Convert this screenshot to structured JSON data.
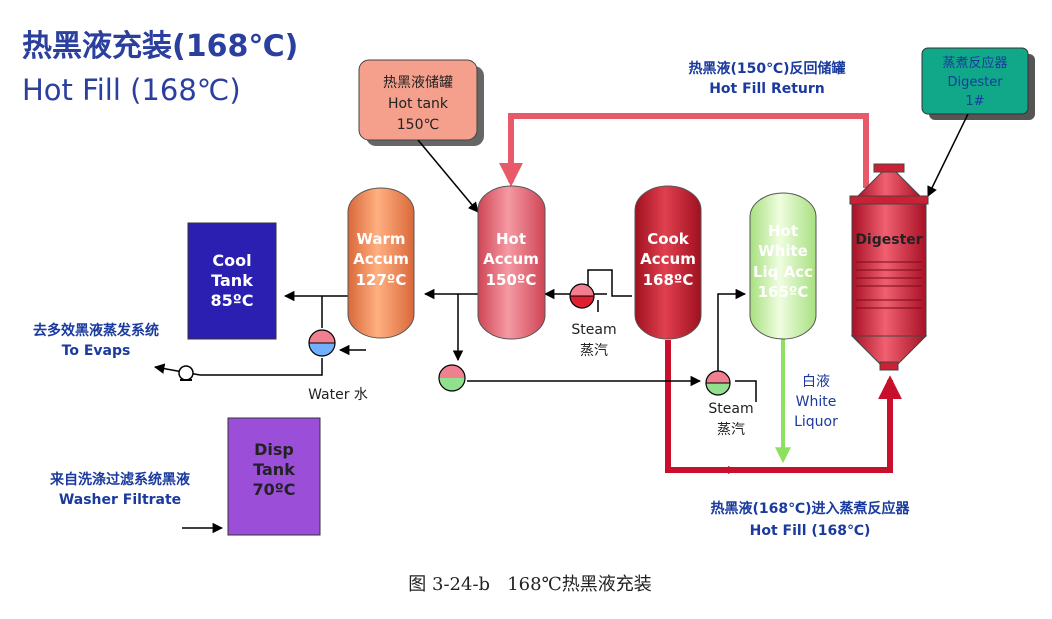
{
  "title": {
    "cn": "热黑液充装(168℃)",
    "en": "Hot Fill (168℃)"
  },
  "callouts": {
    "hot_tank": {
      "line1": "热黑液储罐",
      "line2": "Hot tank",
      "line3": "150℃"
    },
    "digester_tag": {
      "line1": "蒸煮反应器",
      "line2": "Digester",
      "line3": "1#"
    },
    "return": {
      "cn": "热黑液(150℃)反回储罐",
      "en": "Hot Fill Return"
    }
  },
  "tanks": {
    "cool": {
      "line1": "Cool",
      "line2": "Tank",
      "line3": "85ºC"
    },
    "disp": {
      "line1": "Disp",
      "line2": "Tank",
      "line3": "70ºC"
    },
    "warm": {
      "line1": "Warm",
      "line2": "Accum",
      "line3": "127ºC"
    },
    "hot": {
      "line1": "Hot",
      "line2": "Accum",
      "line3": "150ºC"
    },
    "cook": {
      "line1": "Cook",
      "line2": "Accum",
      "line3": "168ºC"
    },
    "white": {
      "line1": "Hot",
      "line2": "White",
      "line3": "Liq Acc",
      "line4": "165ºC"
    },
    "digester": {
      "label": "Digester"
    }
  },
  "labels": {
    "to_evaps_cn": "去多效黑液蒸发系统",
    "to_evaps_en": "To Evaps",
    "water": "Water 水",
    "steam1_en": "Steam",
    "steam1_cn": "蒸汽",
    "steam2_en": "Steam",
    "steam2_cn": "蒸汽",
    "white_liquor_cn": "白液",
    "white_liquor_en1": "White",
    "white_liquor_en2": "Liquor",
    "washer_cn": "来自洗涤过滤系统黑液",
    "washer_en": "Washer Filtrate",
    "hot_fill_cn": "热黑液(168℃)进入蒸煮反应器",
    "hot_fill_en": "Hot Fill (168℃)"
  },
  "caption": "图 3-24-b   168℃热黑液充装",
  "colors": {
    "title": "#2a3f9e",
    "blue_text": "#1a3a9e",
    "cool_tank": "#2a1fb0",
    "disp_tank": "#9b4fd9",
    "warm": "#ef8a55",
    "hot": "#e4606c",
    "cook": "#c0182c",
    "white_liq": "#c8f5a0",
    "digester": "#cc2035",
    "return_line": "#e85a6a",
    "hot_fill_line": "#c8102c",
    "white_line": "#8ee060"
  }
}
